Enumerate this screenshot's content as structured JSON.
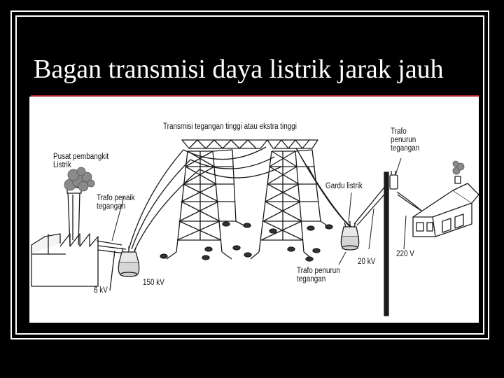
{
  "slide": {
    "title": "Bagan transmisi daya listrik jarak jauh"
  },
  "diagram": {
    "labels": {
      "power_plant": [
        "Pusat pembangkit",
        "Listrik"
      ],
      "step_up": [
        "Trafo penaik",
        "tegangan"
      ],
      "transmission": "Transmisi tegangan tinggi atau ekstra tinggi",
      "substation": "Gardu listrik",
      "step_down_top": [
        "Trafo",
        "penurun",
        "tegangan"
      ],
      "step_down_bottom": [
        "Trafo penurun",
        "tegangan"
      ],
      "v_6kv": "6 kV",
      "v_150kv": "150 kV",
      "v_20kv": "20 kV",
      "v_220v": "220 V"
    }
  },
  "colors": {
    "background": "#000000",
    "title_text": "#ffffff",
    "title_rule": "#b3262b",
    "diagram_bg": "#ffffff",
    "line": "#1a1a1a"
  }
}
